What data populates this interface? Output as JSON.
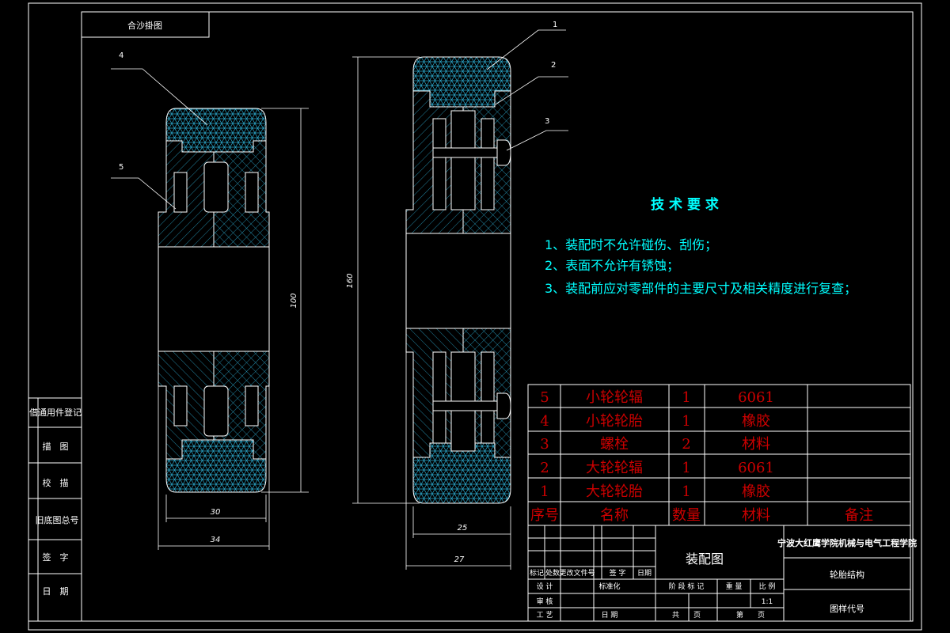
{
  "header_box": {
    "text": "合沙掛图"
  },
  "left_sidebar": {
    "items": [
      "借通用件登记",
      "描　图",
      "校　描",
      "旧底图总号",
      "签　字",
      "日　期"
    ]
  },
  "callouts": {
    "left": [
      "4",
      "5"
    ],
    "right": [
      "1",
      "2",
      "3"
    ]
  },
  "dimensions": {
    "left_height": "100",
    "left_width_inner": "30",
    "left_width_outer": "34",
    "right_height": "160",
    "right_width_inner": "25",
    "right_width_outer": "27"
  },
  "tech_requirements": {
    "title": "技 术 要 求",
    "items": [
      "1、装配时不允许碰伤、刮伤；",
      "2、表面不允许有锈蚀；",
      "3、装配前应对零部件的主要尺寸及相关精度进行复查；"
    ]
  },
  "bom": {
    "rows": [
      [
        "5",
        "小轮轮辐",
        "1",
        "6061",
        ""
      ],
      [
        "4",
        "小轮轮胎",
        "1",
        "橡胶",
        ""
      ],
      [
        "3",
        "螺栓",
        "2",
        "材料",
        ""
      ],
      [
        "2",
        "大轮轮辐",
        "1",
        "6061",
        ""
      ],
      [
        "1",
        "大轮轮胎",
        "1",
        "橡胶",
        ""
      ]
    ],
    "header": [
      "序号",
      "名称",
      "数量",
      "材料",
      "备注"
    ]
  },
  "title_block": {
    "drawing_name": "装配图",
    "school": "宁波大红鹰学院机械与电气工程学院",
    "title": "轮胎结构",
    "drawing_code": "图样代号",
    "scale": "1:1",
    "labels_row": [
      "标记",
      "处数",
      "更改文件号",
      "签 字",
      "日期"
    ],
    "design": "设 计",
    "standardization": "标准化",
    "review": "审 核",
    "process": "工 艺",
    "date": "日 期",
    "stage_mark": "阶 段 标 记",
    "weight": "重 量",
    "scale_label": "比 例",
    "total_sheets": "共　　页",
    "sheet": "第　　页"
  },
  "colors": {
    "frame": "#ffffff",
    "hatch": "#2aa5c8",
    "tech_text": "#00ffff",
    "bom_text": "#cc0000"
  }
}
